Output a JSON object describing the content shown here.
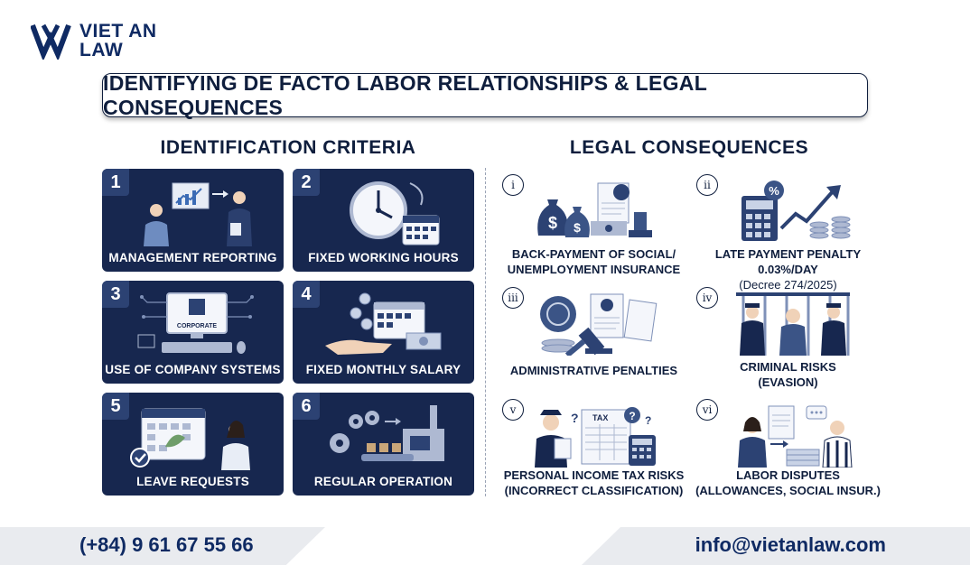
{
  "logo": {
    "line1": "VIET AN",
    "line2": "LAW"
  },
  "title": "IDENTIFYING DE FACTO LABOR RELATIONSHIPS & LEGAL CONSEQUENCES",
  "criteria": {
    "heading": "IDENTIFICATION CRITERIA",
    "items": [
      {
        "num": "1",
        "label": "MANAGEMENT REPORTING",
        "icon": "presentation-icon"
      },
      {
        "num": "2",
        "label": "FIXED WORKING HOURS",
        "icon": "clock-icon"
      },
      {
        "num": "3",
        "label": "USE OF COMPANY SYSTEMS",
        "icon": "computer-icon",
        "screen_text": "CORPORATE"
      },
      {
        "num": "4",
        "label": "FIXED MONTHLY SALARY",
        "icon": "salary-icon"
      },
      {
        "num": "5",
        "label": "LEAVE REQUESTS",
        "icon": "calendar-icon"
      },
      {
        "num": "6",
        "label": "REGULAR OPERATION",
        "icon": "factory-icon"
      }
    ]
  },
  "consequences": {
    "heading": "LEGAL CONSEQUENCES",
    "items": [
      {
        "num": "i",
        "line1": "BACK-PAYMENT OF SOCIAL/",
        "line2": "UNEMPLOYMENT INSURANCE",
        "icon": "money-bags-icon"
      },
      {
        "num": "ii",
        "line1": "LATE PAYMENT PENALTY 0.03%/DAY",
        "line2": "(Decree 274/2025)",
        "icon": "calculator-growth-icon"
      },
      {
        "num": "iii",
        "line1": "ADMINISTRATIVE PENALTIES",
        "line2": "",
        "icon": "gavel-icon"
      },
      {
        "num": "iv",
        "line1": "CRIMINAL RISKS",
        "line2": "(EVASION)",
        "icon": "jail-icon"
      },
      {
        "num": "v",
        "line1": "PERSONAL INCOME TAX RISKS",
        "line2": "(INCORRECT CLASSIFICATION)",
        "icon": "tax-officer-icon",
        "doc_text": "TAX"
      },
      {
        "num": "vi",
        "line1": "LABOR DISPUTES",
        "line2": "(ALLOWANCES, SOCIAL INSUR.)",
        "icon": "dispute-icon"
      }
    ]
  },
  "footer": {
    "phone": "(+84) 9 61 67 55 66",
    "email": "info@vietanlaw.com"
  },
  "colors": {
    "navy": "#17274f",
    "badge": "#2c4273",
    "text": "#0f1e3d",
    "footer_band": "#e9ebef"
  }
}
